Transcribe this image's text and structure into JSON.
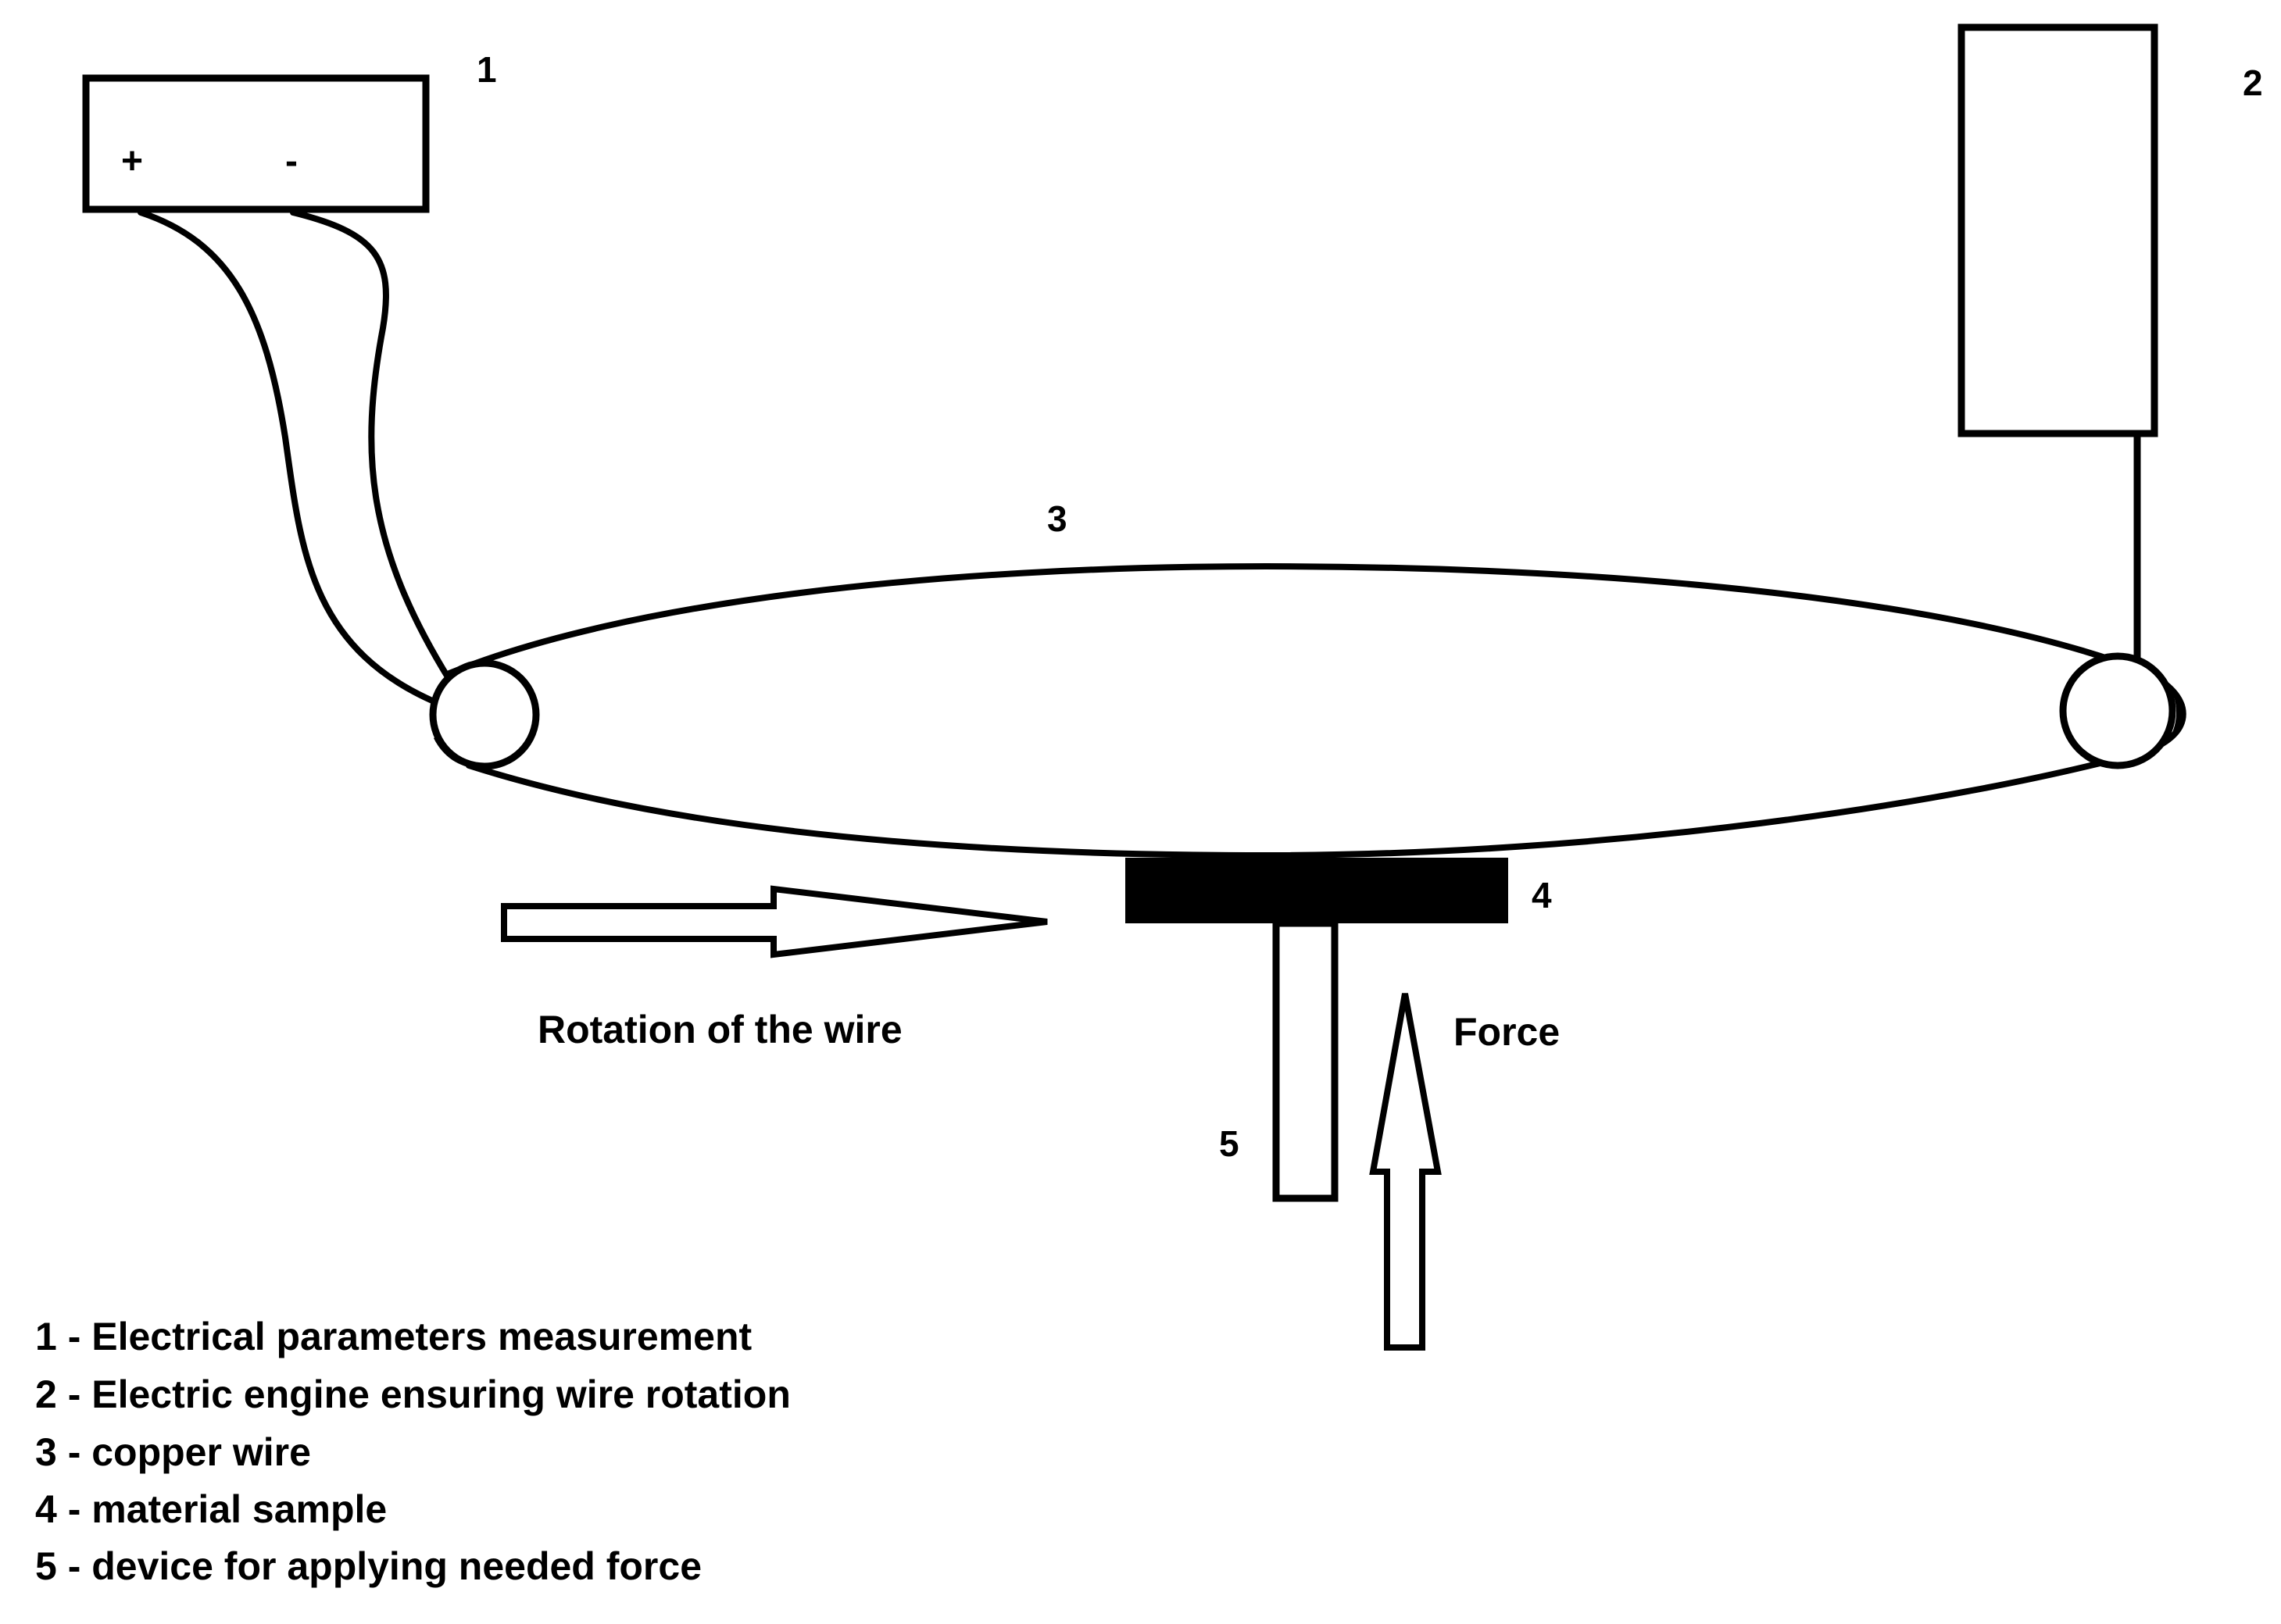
{
  "components": {
    "meter": {
      "number": "1",
      "plus": "+",
      "minus": "-"
    },
    "engine": {
      "number": "2"
    },
    "wire": {
      "number": "3"
    },
    "sample": {
      "number": "4"
    },
    "force_device": {
      "number": "5"
    }
  },
  "annotations": {
    "rotation": "Rotation of the wire",
    "force": "Force"
  },
  "legend": [
    "1 - Electrical parameters measurement",
    "2 - Electric engine ensuring wire rotation",
    "3 - copper wire",
    "4 - material sample",
    "5 - device for applying needed force"
  ]
}
